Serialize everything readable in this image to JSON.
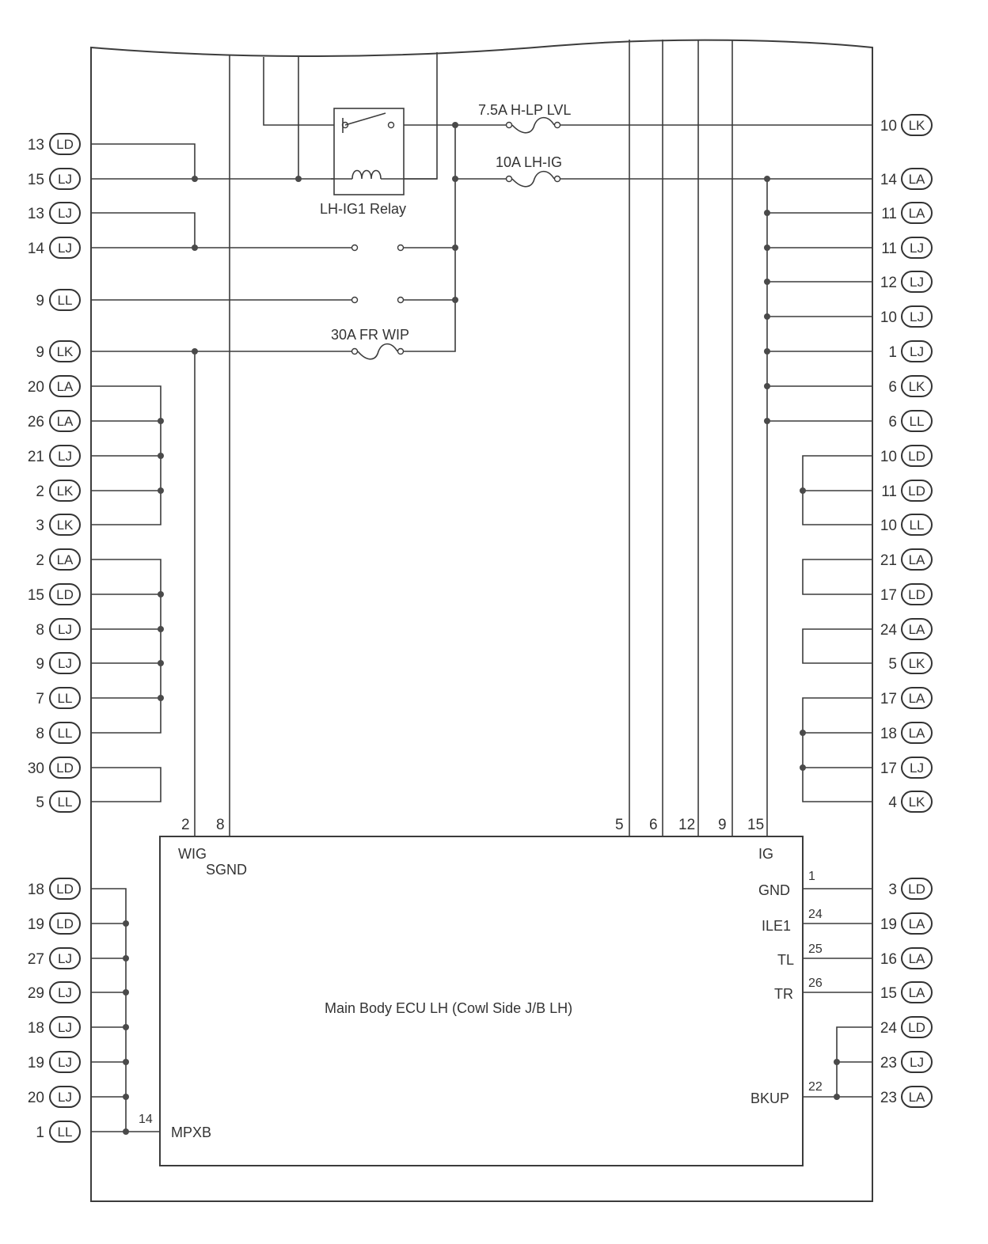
{
  "fuses": {
    "hlp": "7.5A H-LP LVL",
    "lhig": "10A LH-IG",
    "frwip": "30A FR WIP"
  },
  "relay_label": "LH-IG1 Relay",
  "ecu": {
    "title": "Main Body ECU LH (Cowl Side J/B LH)",
    "pins": {
      "wig": "WIG",
      "sgnd": "SGND",
      "ig": "IG",
      "gnd": "GND",
      "ile1": "ILE1",
      "tl": "TL",
      "tr": "TR",
      "bkup": "BKUP",
      "mpxb": "MPXB"
    },
    "top_pin_numbers": [
      "2",
      "8",
      "5",
      "6",
      "12",
      "9",
      "15"
    ],
    "right_pin_numbers": [
      "1",
      "24",
      "25",
      "26",
      "22"
    ],
    "left_pin_number": "14"
  },
  "left_connectors": [
    {
      "pin": "13",
      "code": "LD"
    },
    {
      "pin": "15",
      "code": "LJ"
    },
    {
      "pin": "13",
      "code": "LJ"
    },
    {
      "pin": "14",
      "code": "LJ"
    },
    {
      "pin": "9",
      "code": "LL"
    },
    {
      "pin": "9",
      "code": "LK"
    },
    {
      "pin": "20",
      "code": "LA"
    },
    {
      "pin": "26",
      "code": "LA"
    },
    {
      "pin": "21",
      "code": "LJ"
    },
    {
      "pin": "2",
      "code": "LK"
    },
    {
      "pin": "3",
      "code": "LK"
    },
    {
      "pin": "2",
      "code": "LA"
    },
    {
      "pin": "15",
      "code": "LD"
    },
    {
      "pin": "8",
      "code": "LJ"
    },
    {
      "pin": "9",
      "code": "LJ"
    },
    {
      "pin": "7",
      "code": "LL"
    },
    {
      "pin": "8",
      "code": "LL"
    },
    {
      "pin": "30",
      "code": "LD"
    },
    {
      "pin": "5",
      "code": "LL"
    },
    {
      "pin": "18",
      "code": "LD"
    },
    {
      "pin": "19",
      "code": "LD"
    },
    {
      "pin": "27",
      "code": "LJ"
    },
    {
      "pin": "29",
      "code": "LJ"
    },
    {
      "pin": "18",
      "code": "LJ"
    },
    {
      "pin": "19",
      "code": "LJ"
    },
    {
      "pin": "20",
      "code": "LJ"
    },
    {
      "pin": "1",
      "code": "LL"
    }
  ],
  "right_connectors": [
    {
      "pin": "10",
      "code": "LK"
    },
    {
      "pin": "14",
      "code": "LA"
    },
    {
      "pin": "11",
      "code": "LA"
    },
    {
      "pin": "11",
      "code": "LJ"
    },
    {
      "pin": "12",
      "code": "LJ"
    },
    {
      "pin": "10",
      "code": "LJ"
    },
    {
      "pin": "1",
      "code": "LJ"
    },
    {
      "pin": "6",
      "code": "LK"
    },
    {
      "pin": "6",
      "code": "LL"
    },
    {
      "pin": "10",
      "code": "LD"
    },
    {
      "pin": "11",
      "code": "LD"
    },
    {
      "pin": "10",
      "code": "LL"
    },
    {
      "pin": "21",
      "code": "LA"
    },
    {
      "pin": "17",
      "code": "LD"
    },
    {
      "pin": "24",
      "code": "LA"
    },
    {
      "pin": "5",
      "code": "LK"
    },
    {
      "pin": "17",
      "code": "LA"
    },
    {
      "pin": "18",
      "code": "LA"
    },
    {
      "pin": "17",
      "code": "LJ"
    },
    {
      "pin": "4",
      "code": "LK"
    },
    {
      "pin": "3",
      "code": "LD"
    },
    {
      "pin": "19",
      "code": "LA"
    },
    {
      "pin": "16",
      "code": "LA"
    },
    {
      "pin": "15",
      "code": "LA"
    },
    {
      "pin": "24",
      "code": "LD"
    },
    {
      "pin": "23",
      "code": "LJ"
    },
    {
      "pin": "23",
      "code": "LA"
    }
  ]
}
